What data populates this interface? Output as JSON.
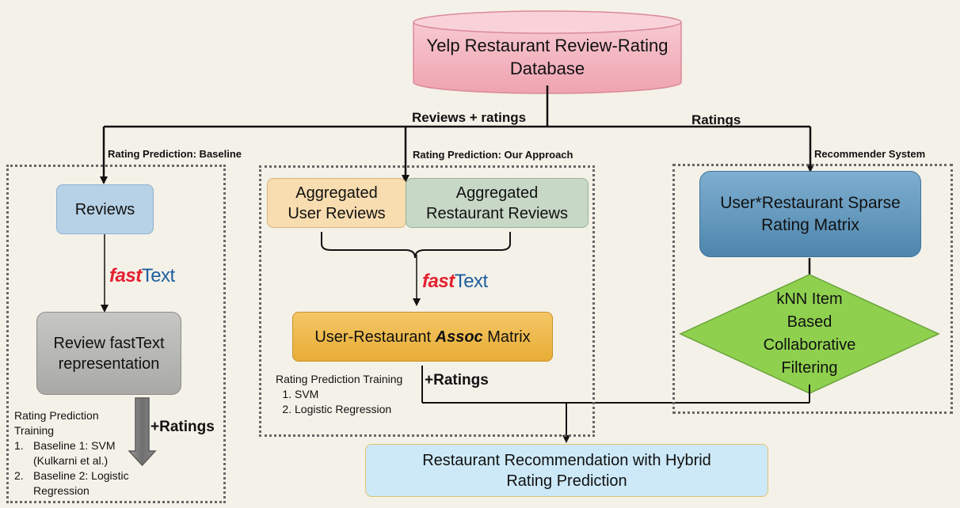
{
  "database": {
    "line1": "Yelp Restaurant Review-Rating",
    "line2": "Database"
  },
  "edge_labels": {
    "reviews_ratings": "Reviews + ratings",
    "ratings": "Ratings",
    "baseline": "Rating Prediction: Baseline",
    "our_approach": "Rating Prediction: Our Approach",
    "recommender": "Recommender System",
    "plus_ratings_left": "+Ratings",
    "plus_ratings_mid": "+Ratings"
  },
  "fasttext": {
    "part1": "fast",
    "part2": "Text"
  },
  "baseline": {
    "reviews": "Reviews",
    "representation": {
      "line1": "Review fastText",
      "line2": "representation"
    },
    "training": {
      "title_line1": "Rating Prediction",
      "title_line2": "Training",
      "items": [
        {
          "num": "1.",
          "line1": "Baseline 1: SVM",
          "line2": "(Kulkarni et al.)"
        },
        {
          "num": "2.",
          "line1": "Baseline 2: Logistic",
          "line2": "Regression"
        }
      ]
    }
  },
  "approach": {
    "user_reviews": {
      "line1": "Aggregated",
      "line2": "User Reviews"
    },
    "restaurant_reviews": {
      "line1": "Aggregated",
      "line2": "Restaurant Reviews"
    },
    "assoc": {
      "pre": "User-Restaurant ",
      "em": "Assoc",
      "post": " Matrix"
    },
    "training": {
      "title": "Rating Prediction Training",
      "items": [
        "SVM",
        "Logistic Regression"
      ]
    }
  },
  "recommender": {
    "matrix": {
      "line1": "User*Restaurant Sparse",
      "line2": "Rating Matrix"
    },
    "knn": {
      "line1": "kNN Item",
      "line2": "Based",
      "line3": "Collaborative",
      "line4": "Filtering"
    }
  },
  "output": {
    "line1": "Restaurant Recommendation with Hybrid",
    "line2": "Rating Prediction"
  },
  "colors": {
    "database": "#f4b4bf",
    "reviews": "#b7d1e6",
    "representation": "#b9b9b6",
    "user_reviews": "#f8ddb0",
    "restaurant_reviews": "#c7d8c6",
    "assoc": "#efb94a",
    "matrix": "#5e94bb",
    "knn": "#8fd14f",
    "output": "#cde9f8"
  }
}
